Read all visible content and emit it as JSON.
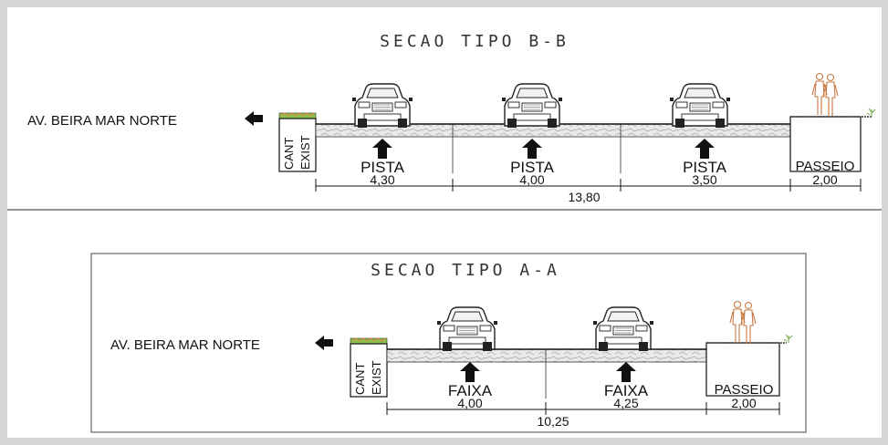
{
  "section_bb": {
    "title": "SECAO TIPO B-B",
    "road_name": "AV. BEIRA MAR NORTE",
    "median": [
      "CANT",
      "EXIST"
    ],
    "lanes": [
      {
        "label": "PISTA",
        "width": "4,30"
      },
      {
        "label": "PISTA",
        "width": "4,00"
      },
      {
        "label": "PISTA",
        "width": "3,50"
      }
    ],
    "sidewalk": {
      "label": "PASSEIO",
      "width": "2,00"
    },
    "total_width": "13,80"
  },
  "section_aa": {
    "title": "SECAO TIPO A-A",
    "road_name": "AV. BEIRA MAR NORTE",
    "median": [
      "CANT",
      "EXIST"
    ],
    "lanes": [
      {
        "label": "FAIXA",
        "width": "4,00"
      },
      {
        "label": "FAIXA",
        "width": "4,25"
      }
    ],
    "sidewalk": {
      "label": "PASSEIO",
      "width": "2,00"
    },
    "total_width": "10,25"
  },
  "colors": {
    "ink": "#1a1a1a",
    "paper": "#ffffff",
    "frame": "#d6d6d6",
    "grass": "#7fbf4a",
    "hedge": "#d98a4a"
  },
  "icons": [
    "car-icon",
    "up-arrow-icon",
    "left-arrow-icon",
    "pedestrians-icon",
    "plant-icon"
  ]
}
